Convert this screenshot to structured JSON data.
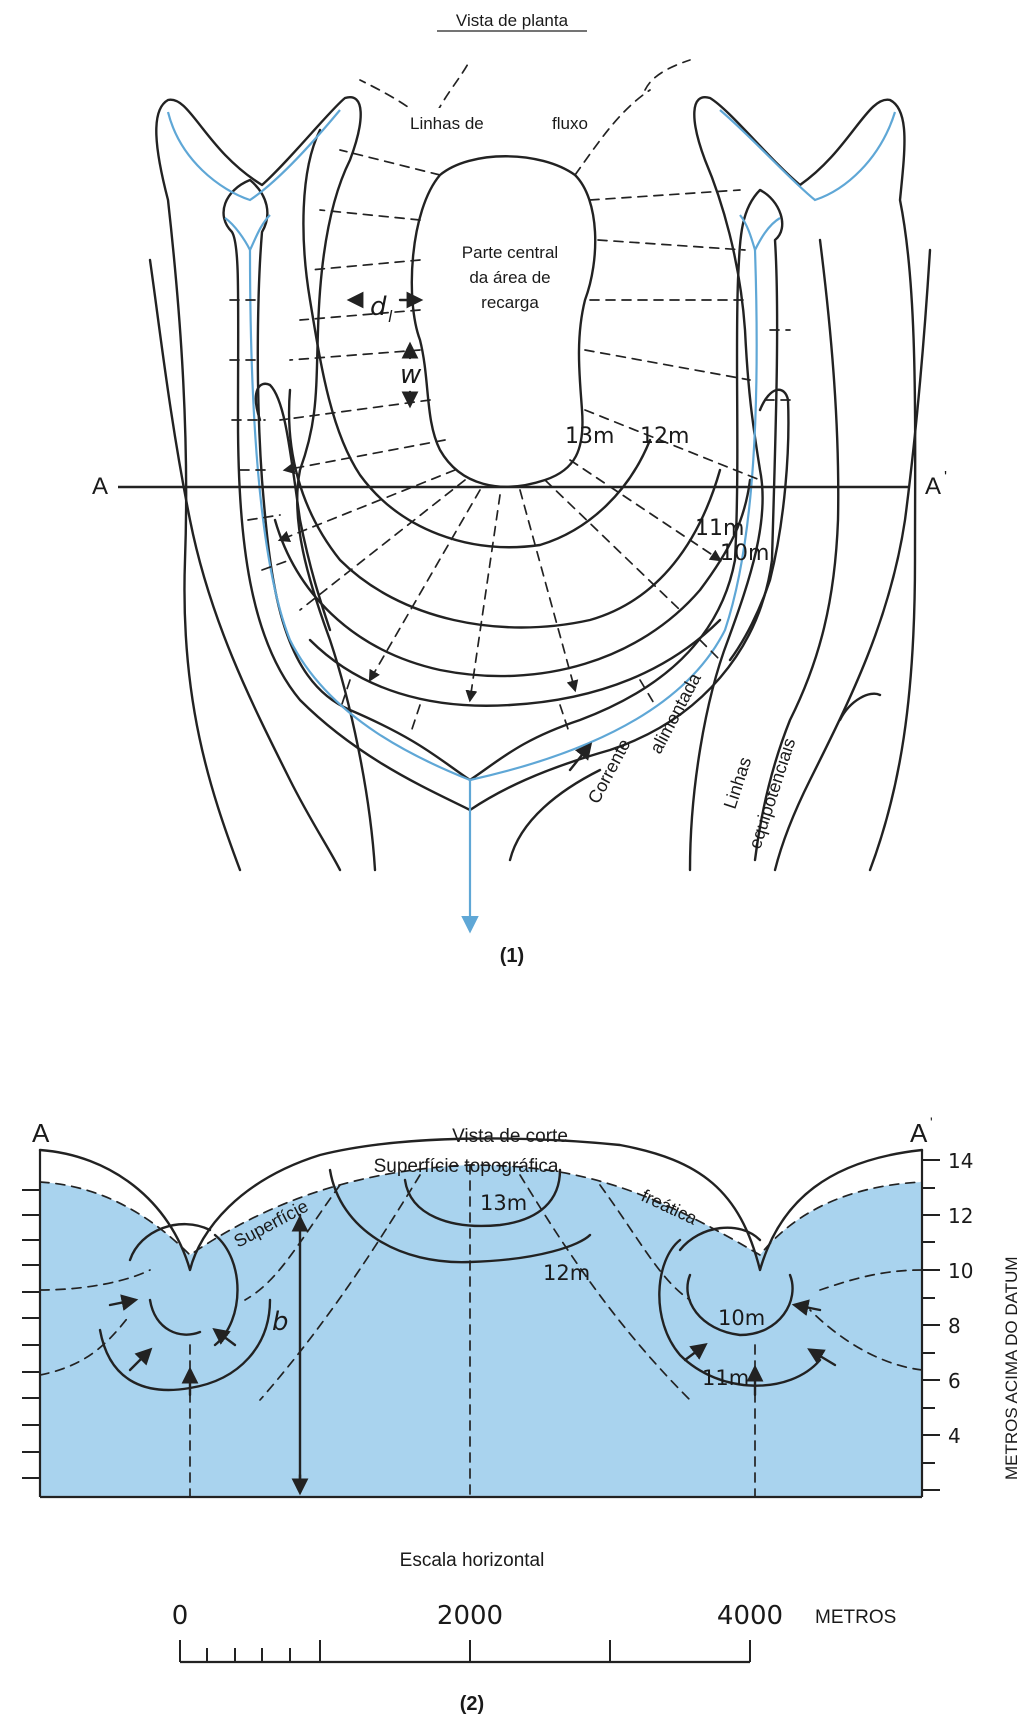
{
  "plan": {
    "title": "Vista de planta",
    "flux_left": "Linhas de",
    "flux_right": "fluxo",
    "center_1": "Parte central",
    "center_2": "da área de",
    "center_3": "recarga",
    "dl": "d",
    "dl_sub": "l",
    "w": "w",
    "section_left": "A",
    "section_right": "A",
    "contours": [
      "13m",
      "12m",
      "11m",
      "10m"
    ],
    "stream_1": "Corrente",
    "stream_2": "alimentada",
    "equi_1": "Linhas",
    "equi_2": "equipotenciais",
    "figure_number": "(1)"
  },
  "section": {
    "title": "Vista de corte",
    "a_left": "A",
    "a_right": "A",
    "surface_topo": "Superfície topográfica",
    "water_table_1": "Superfície",
    "water_table_2": "freática",
    "b": "b",
    "contours": [
      "13m",
      "12m",
      "10m",
      "11m"
    ],
    "y_axis_label": "METROS ACIMA DO DATUM",
    "y_ticks": [
      "14",
      "12",
      "10",
      "8",
      "6",
      "4"
    ],
    "figure_number": "(2)"
  },
  "scale": {
    "title": "Escala horizontal",
    "ticks": [
      "0",
      "2000",
      "4000"
    ],
    "unit": "METROS"
  },
  "colors": {
    "water": "#a9d3ee",
    "stream": "#5fa7d6",
    "ink": "#222222"
  }
}
